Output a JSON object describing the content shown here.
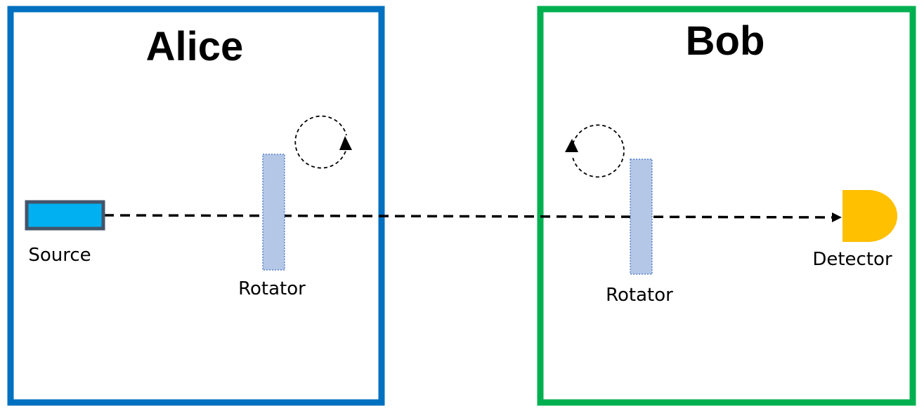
{
  "alice": {
    "title": "Alice",
    "border_color": "#0070C0",
    "source": {
      "label": "Source",
      "fill_color": "#00B0F0",
      "border_color": "#44546A"
    },
    "rotator": {
      "label": "Rotator",
      "fill_color": "#B4C7E7",
      "rotation_icon": "rotate-clockwise-icon"
    }
  },
  "bob": {
    "title": "Bob",
    "border_color": "#00B050",
    "rotator": {
      "label": "Rotator",
      "fill_color": "#B4C7E7",
      "rotation_icon": "rotate-counterclockwise-icon"
    },
    "detector": {
      "label": "Detector",
      "fill_color": "#FFC000"
    }
  },
  "beam": {
    "style": "dashed",
    "color": "#000000"
  }
}
